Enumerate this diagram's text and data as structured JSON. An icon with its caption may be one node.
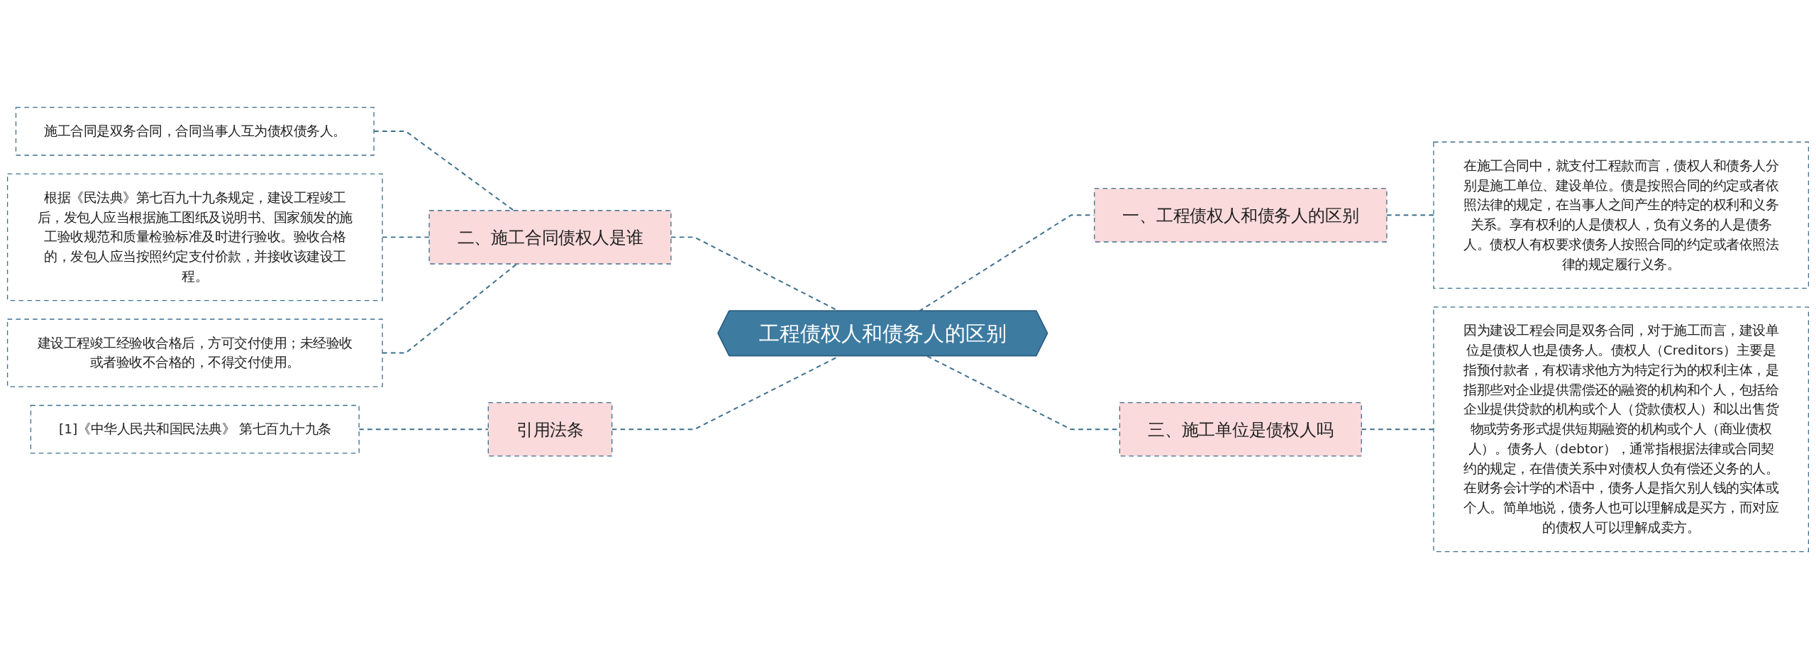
{
  "diagram": {
    "nodes": [
      {
        "text": [
          "工程债权人和债务人的区别"
        ]
      },
      {
        "text": [
          "二、施工合同债权人是谁"
        ]
      },
      {
        "text": [
          "施工合同是双务合同，合同当事人互为债权债务人。"
        ]
      },
      {
        "text": [
          "根据《民法典》第七百九十九条规定，建设工程竣工后，发包人应当根据施工图纸及说明书、国家颁发的施工验收规范和质量检验标准及时进行验收。验收合格的，发包人应当按照约定支付价款，并接收该建设工程。"
        ]
      },
      {
        "text": [
          "建设工程竣工经验收合格后，方可交付使用；未经验收或者验收不合格的，不得交付使用。"
        ]
      },
      {
        "text": [
          "引用法条"
        ]
      },
      {
        "text": [
          "[1]《中华人民共和国民法典》 第七百九十九条"
        ]
      },
      {
        "text": [
          "一、工程债权人和债务人的区别"
        ]
      },
      {
        "text": [
          "在施工合同中，就支付工程款而言，债权人和债务人分别是施工单位、建设单位。债是按照合同的约定或者依照法律的规定，在当事人之间产生的特定的权利和义务关系。享有权利的人是债权人，负有义务的人是债务人。债权人有权要求债务人按照合同的约定或者依照法律的规定履行义务。"
        ]
      },
      {
        "text": [
          "三、施工单位是债权人吗"
        ]
      },
      {
        "text": [
          "因为建设工程会同是双务合同，对于施工而言，建设单位是债权人也是债务人。债权人（Creditors）主要是指预付款者，有权请求他方为特定行为的权利主体，是指那些对企业提供需偿还的融资的机构和个人，包括给企业提供贷款的机构或个人（贷款债权人）和以出售货物或劳务形式提供短期融资的机构或个人（商业债权人）。债务人（debtor），通常指根据法律或合同契约的规定，在借债关系中对债权人负有偿还义务的人。在财务会计学的术语中，债务人是指欠别人钱的实体或个人。简单地说，债务人也可以理解成是买方，而对应的债权人可以理解成卖方。"
        ]
      }
    ],
    "edges": [
      {
        "from": 2,
        "to": 1,
        "arrow": "none",
        "style": "dashed"
      },
      {
        "from": 3,
        "to": 1,
        "arrow": "none",
        "style": "dashed"
      },
      {
        "from": 4,
        "to": 1,
        "arrow": "none",
        "style": "dashed"
      },
      {
        "from": 1,
        "to": 0,
        "arrow": "none",
        "style": "dashed"
      },
      {
        "from": 6,
        "to": 5,
        "arrow": "none",
        "style": "dashed"
      },
      {
        "from": 5,
        "to": 0,
        "arrow": "none",
        "style": "dashed"
      },
      {
        "from": 0,
        "to": 7,
        "arrow": "none",
        "style": "dashed"
      },
      {
        "from": 7,
        "to": 8,
        "arrow": "none",
        "style": "dashed"
      },
      {
        "from": 0,
        "to": 9,
        "arrow": "none",
        "style": "dashed"
      },
      {
        "from": 9,
        "to": 10,
        "arrow": "none",
        "style": "dashed"
      }
    ]
  }
}
